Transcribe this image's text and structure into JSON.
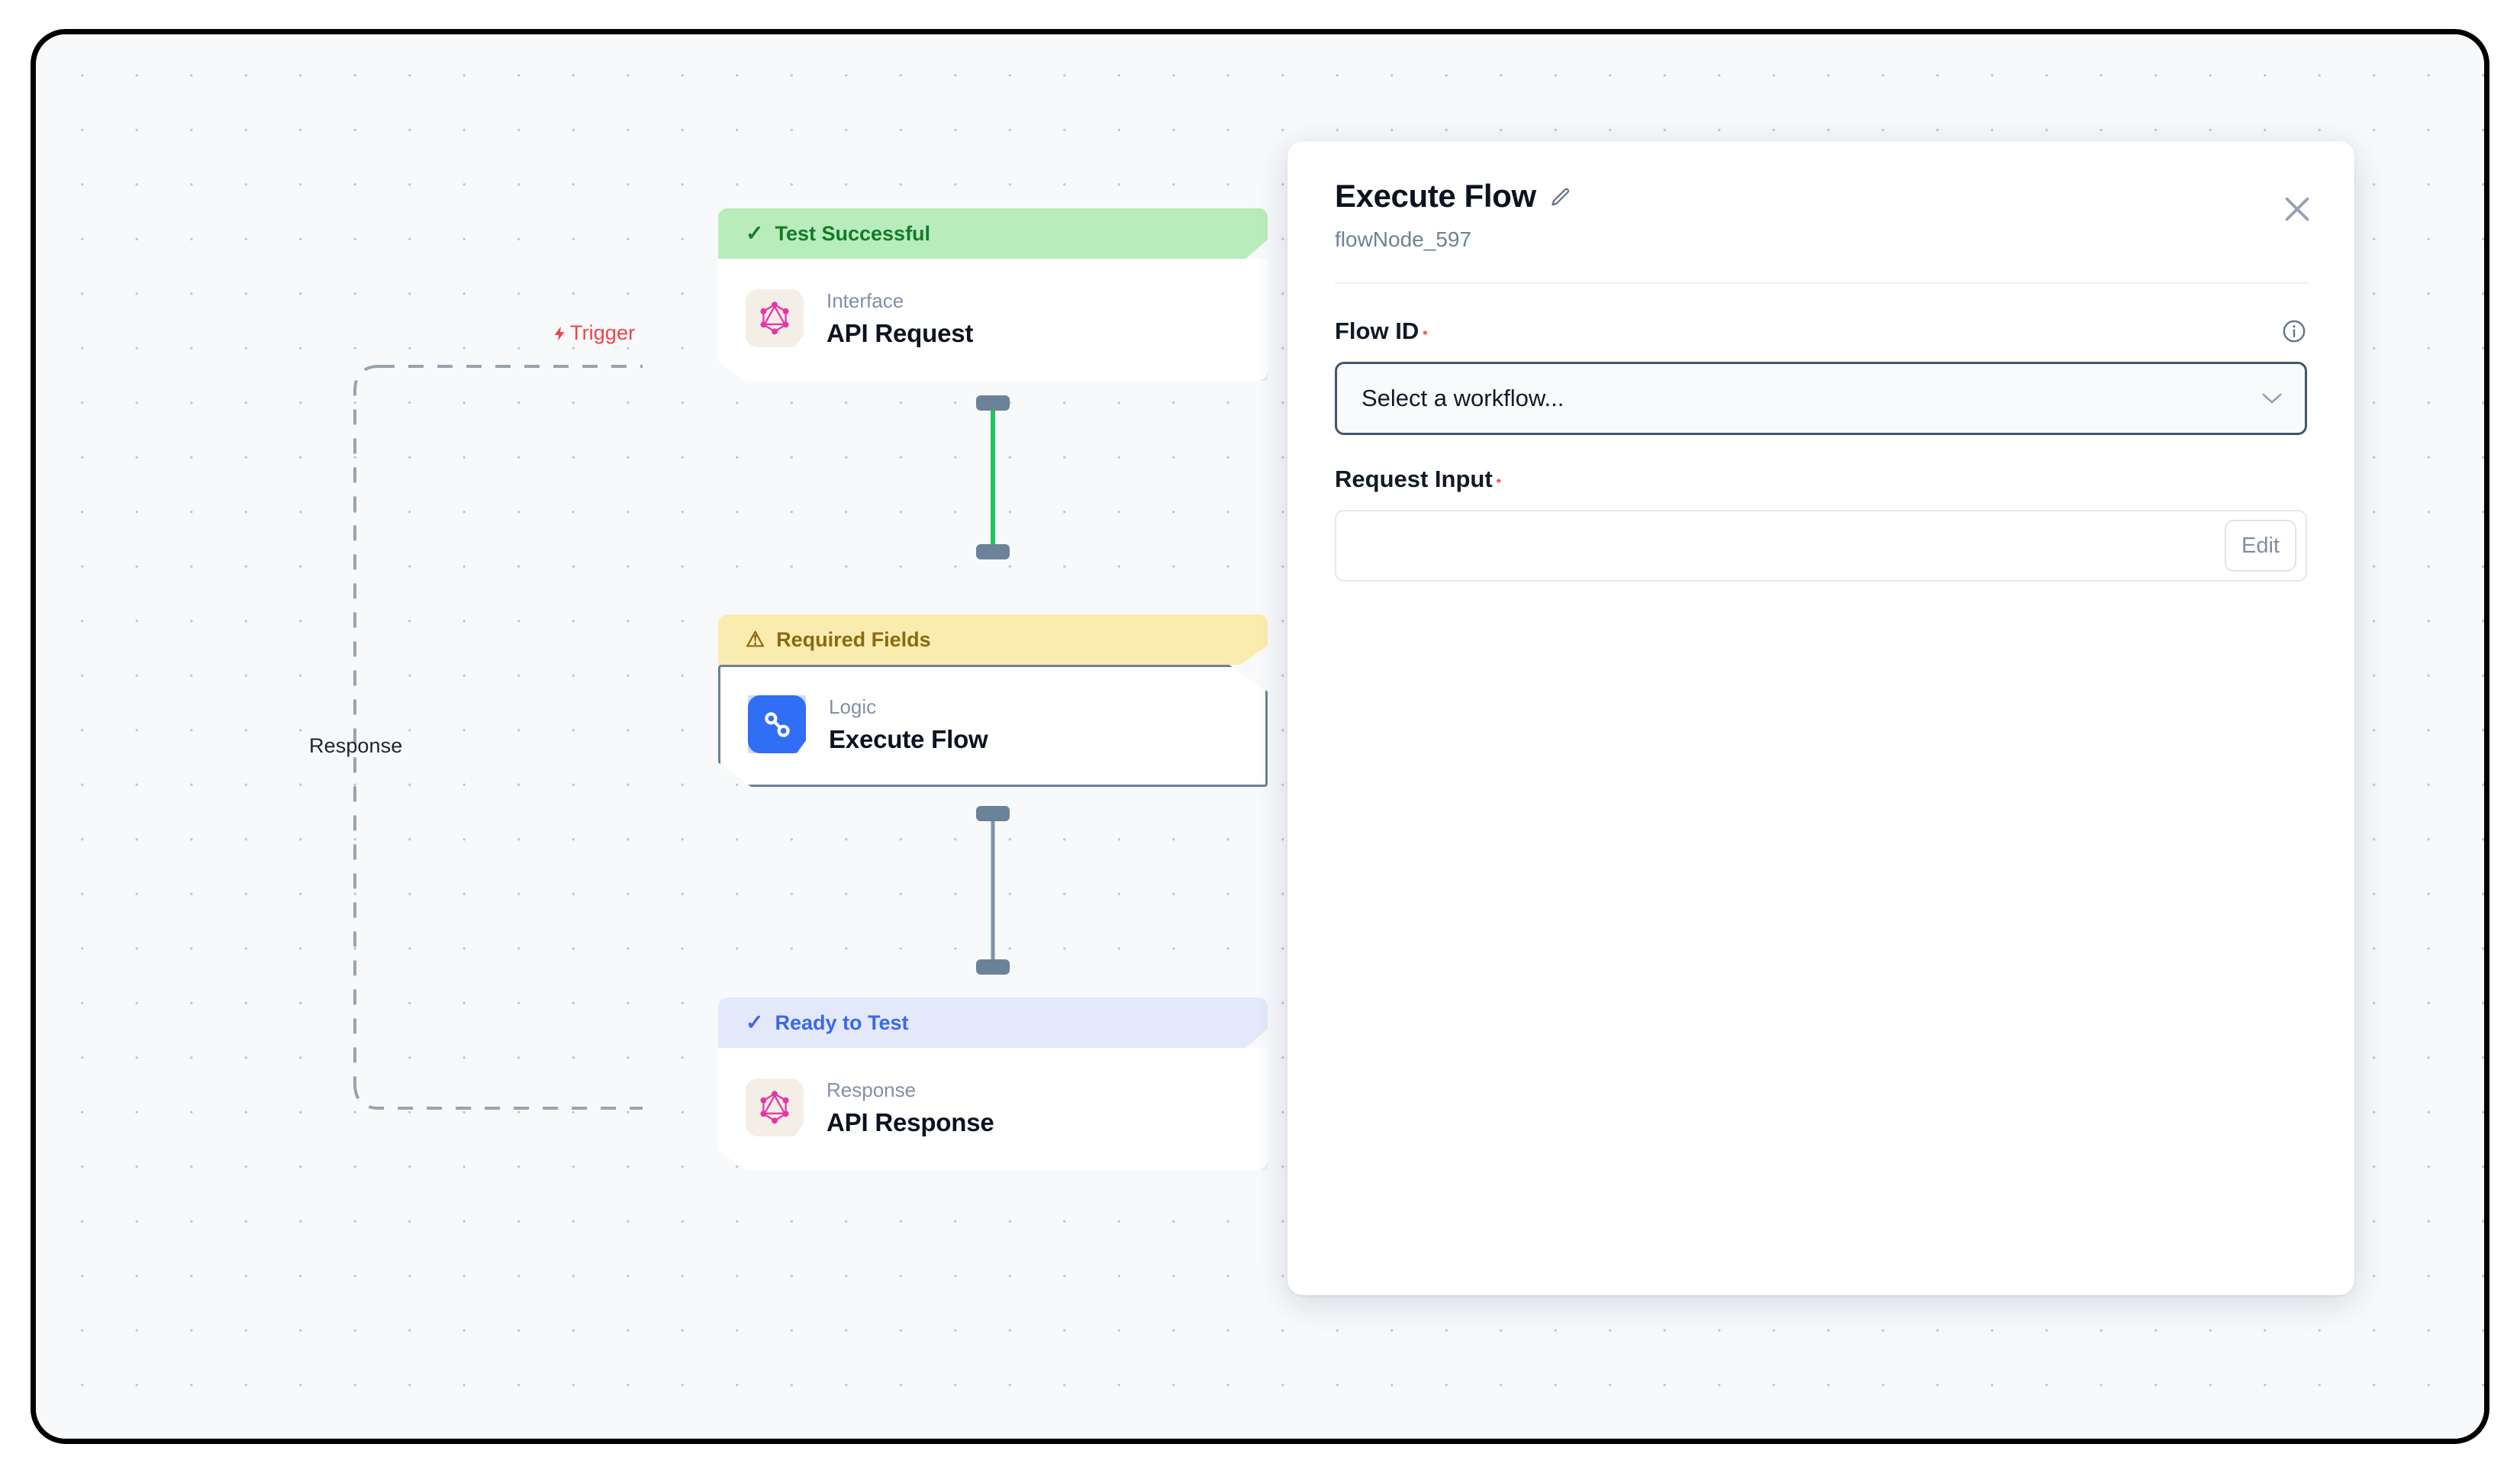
{
  "canvas": {
    "edges": [
      {
        "id": "trigger",
        "label": "Trigger",
        "icon": "lightning-bolt-icon",
        "color": "#ef4444",
        "style": "dashed"
      },
      {
        "id": "response",
        "label": "Response",
        "color": "#1e2530",
        "style": "dashed"
      },
      {
        "id": "request-to-logic",
        "label": "",
        "color": "#22c55e",
        "style": "solid"
      },
      {
        "id": "logic-to-response",
        "label": "",
        "color": "#6b8299",
        "style": "solid"
      }
    ],
    "nodes": [
      {
        "id": "api-request",
        "status": "Test Successful",
        "status_icon": "check-icon",
        "status_type": "success",
        "kind": "Interface",
        "title": "API Request",
        "icon": "graphql-icon",
        "selected": false
      },
      {
        "id": "execute-flow",
        "status": "Required Fields",
        "status_icon": "warning-triangle-icon",
        "status_type": "warning",
        "kind": "Logic",
        "title": "Execute Flow",
        "icon": "workflow-branch-icon",
        "selected": true
      },
      {
        "id": "api-response",
        "status": "Ready to Test",
        "status_icon": "check-icon",
        "status_type": "ready",
        "kind": "Response",
        "title": "API Response",
        "icon": "graphql-icon",
        "selected": false
      }
    ]
  },
  "panel": {
    "title": "Execute Flow",
    "edit_icon": "pencil-icon",
    "node_id": "flowNode_597",
    "close_icon": "close-icon",
    "fields": {
      "flow_id": {
        "label": "Flow ID",
        "required_marker": "*",
        "info_icon": "info-icon",
        "placeholder": "Select a workflow...",
        "value": "Select a workflow...",
        "chevron_icon": "chevron-down-icon"
      },
      "request_input": {
        "label": "Request Input",
        "required_marker": "*",
        "value": "",
        "placeholder": "",
        "edit_label": "Edit"
      }
    }
  },
  "colors": {
    "success": "#157a2b",
    "warning": "#8a6a12",
    "ready": "#3b68e8",
    "required": "#ef4444",
    "handle": "#6b8299",
    "edge_green": "#22c55e"
  }
}
